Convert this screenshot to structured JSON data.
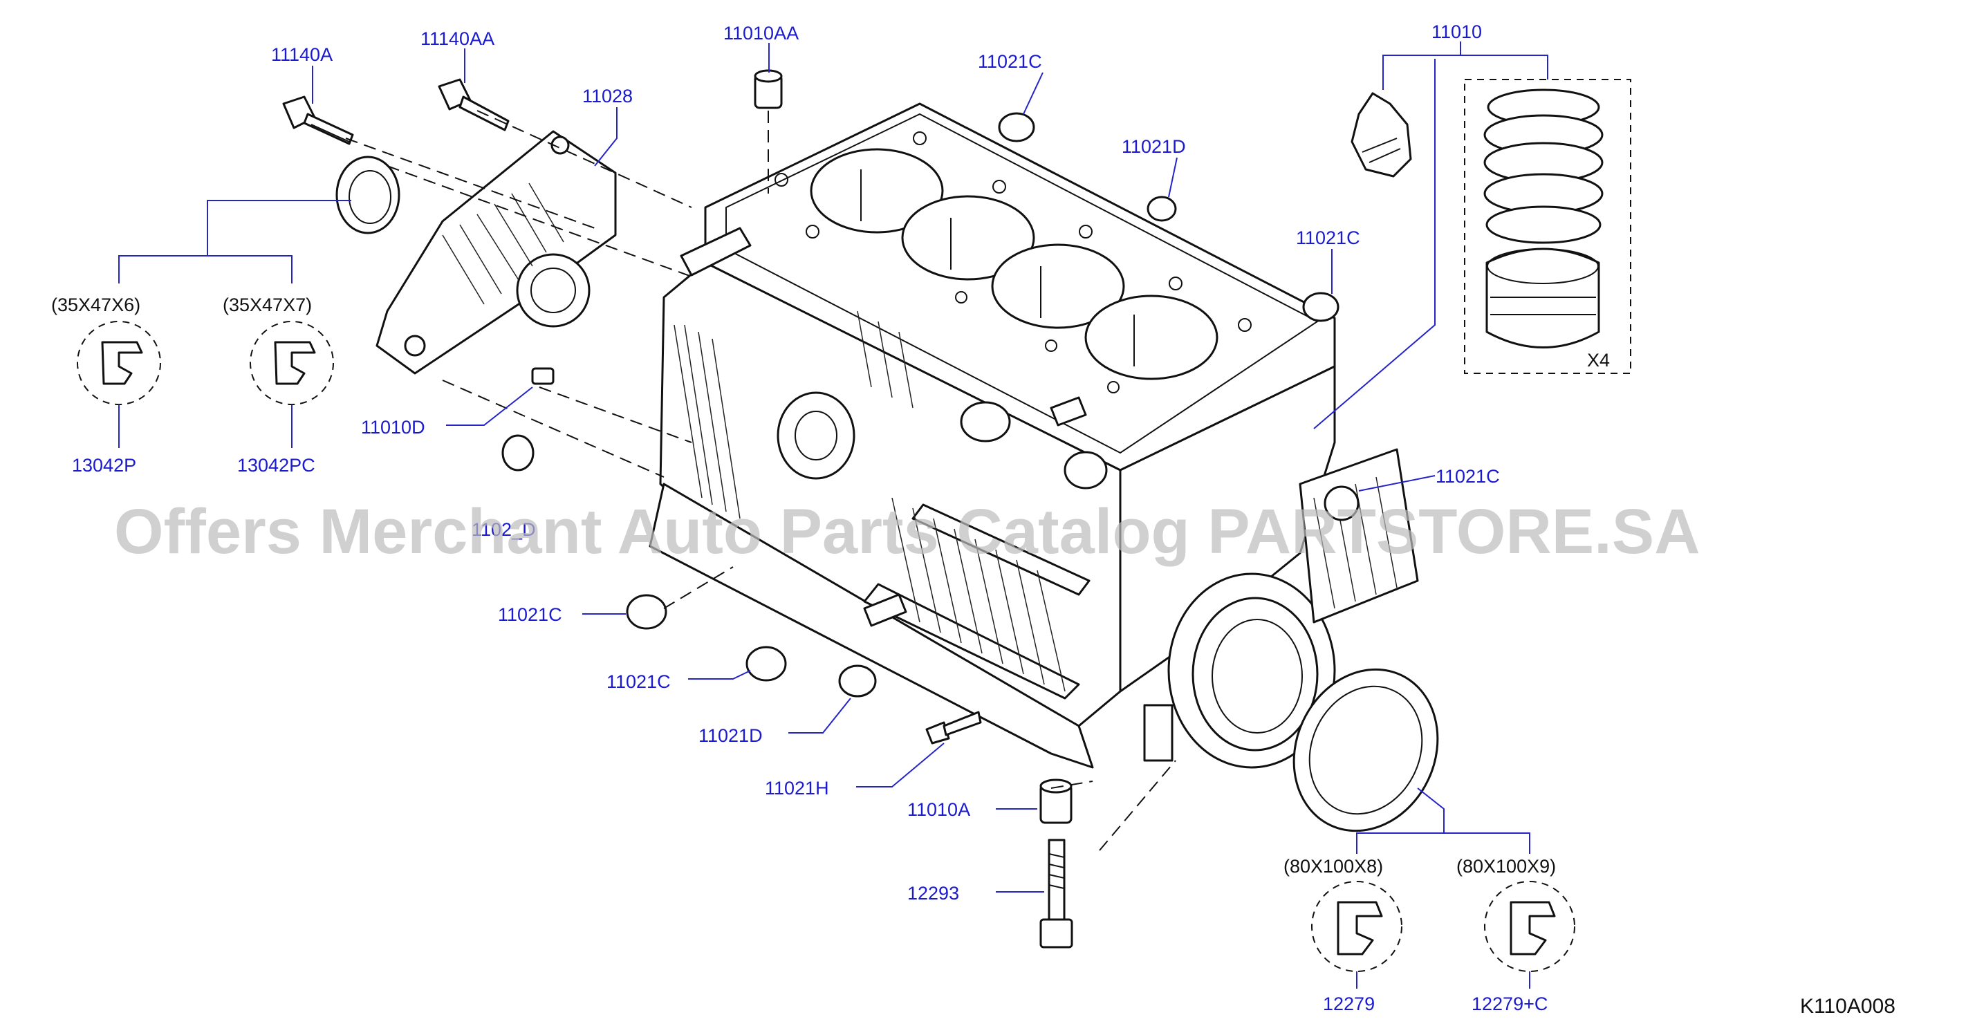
{
  "labels": {
    "p11140A": "11140A",
    "p11140AA": "11140AA",
    "p11028": "11028",
    "p11010AA": "11010AA",
    "p11021C_top": "11021C",
    "p11021D_top": "11021D",
    "p11021C_right_top": "11021C",
    "p11010": "11010",
    "p11010D": "11010D",
    "p1102D_mid": "1102_D",
    "p11021C_right_mid": "11021C",
    "p11021C_left1": "11021C",
    "p11021C_left2": "11021C",
    "p11021D_low": "11021D",
    "p11021H": "11021H",
    "p11010A": "11010A",
    "p12293": "12293",
    "p13042P": "13042P",
    "p13042PC": "13042PC",
    "p12279": "12279",
    "p12279C": "12279+C"
  },
  "sizes": {
    "s1": "(35X47X6)",
    "s2": "(35X47X7)",
    "s3": "(80X100X8)",
    "s4": "(80X100X9)"
  },
  "qty": "X4",
  "diagram_ref": "K110A008",
  "watermark": "Offers Merchant Auto Parts Catalog PARTSTORE.SA",
  "colors": {
    "label": "#1a1ad0",
    "leader": "#2424c8",
    "ink": "#111111",
    "watermark": "#bdbdbd"
  }
}
